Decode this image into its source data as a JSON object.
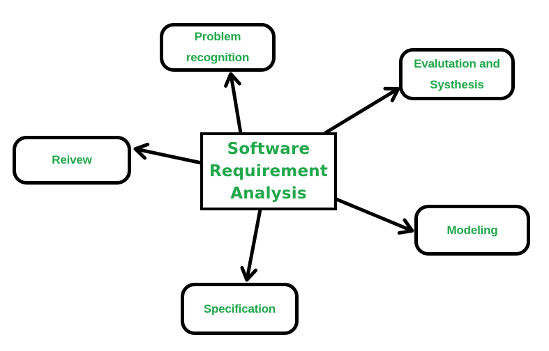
{
  "diagram": {
    "center_node": {
      "label": "Software Requirement Analysis"
    },
    "nodes": [
      {
        "label": "Problem recognition"
      },
      {
        "label": "Evalutation and Systhesis"
      },
      {
        "label": "Reivew"
      },
      {
        "label": "Modeling"
      },
      {
        "label": "Specification"
      }
    ],
    "edges": [
      {
        "from": "Software Requirement Analysis",
        "to": "Problem recognition"
      },
      {
        "from": "Software Requirement Analysis",
        "to": "Evalutation and Systhesis"
      },
      {
        "from": "Software Requirement Analysis",
        "to": "Reivew"
      },
      {
        "from": "Software Requirement Analysis",
        "to": "Modeling"
      },
      {
        "from": "Software Requirement Analysis",
        "to": "Specification"
      }
    ],
    "colors": {
      "text": "#21a84b",
      "line": "#000000",
      "background": "#ffffff"
    }
  }
}
